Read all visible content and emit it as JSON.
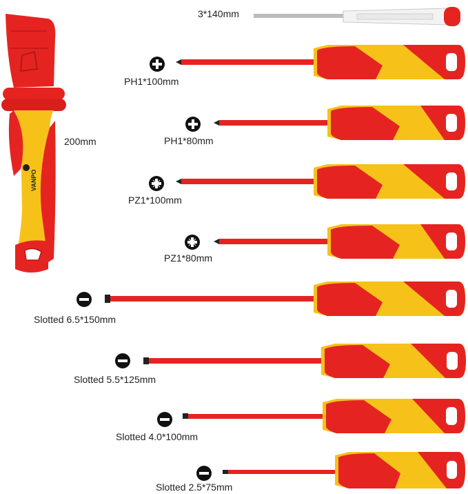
{
  "brand": "VANPO",
  "colors": {
    "red": "#e52421",
    "yellow": "#f6c21a",
    "dark": "#222222"
  },
  "knife": {
    "label": "200mm"
  },
  "tester": {
    "label": "3*140mm"
  },
  "screwdrivers": [
    {
      "label": "PH1*100mm",
      "tip": "phillips",
      "icon": "phillips-icon"
    },
    {
      "label": "PH1*80mm",
      "tip": "phillips",
      "icon": "phillips-icon"
    },
    {
      "label": "PZ1*100mm",
      "tip": "pozidriv",
      "icon": "pozidriv-icon"
    },
    {
      "label": "PZ1*80mm",
      "tip": "pozidriv",
      "icon": "pozidriv-icon"
    },
    {
      "label": "Slotted 6.5*150mm",
      "tip": "slotted",
      "icon": "slotted-icon"
    },
    {
      "label": "Slotted 5.5*125mm",
      "tip": "slotted",
      "icon": "slotted-icon"
    },
    {
      "label": "Slotted 4.0*100mm",
      "tip": "slotted",
      "icon": "slotted-icon"
    },
    {
      "label": "Slotted 2.5*75mm",
      "tip": "slotted",
      "icon": "slotted-icon"
    }
  ]
}
